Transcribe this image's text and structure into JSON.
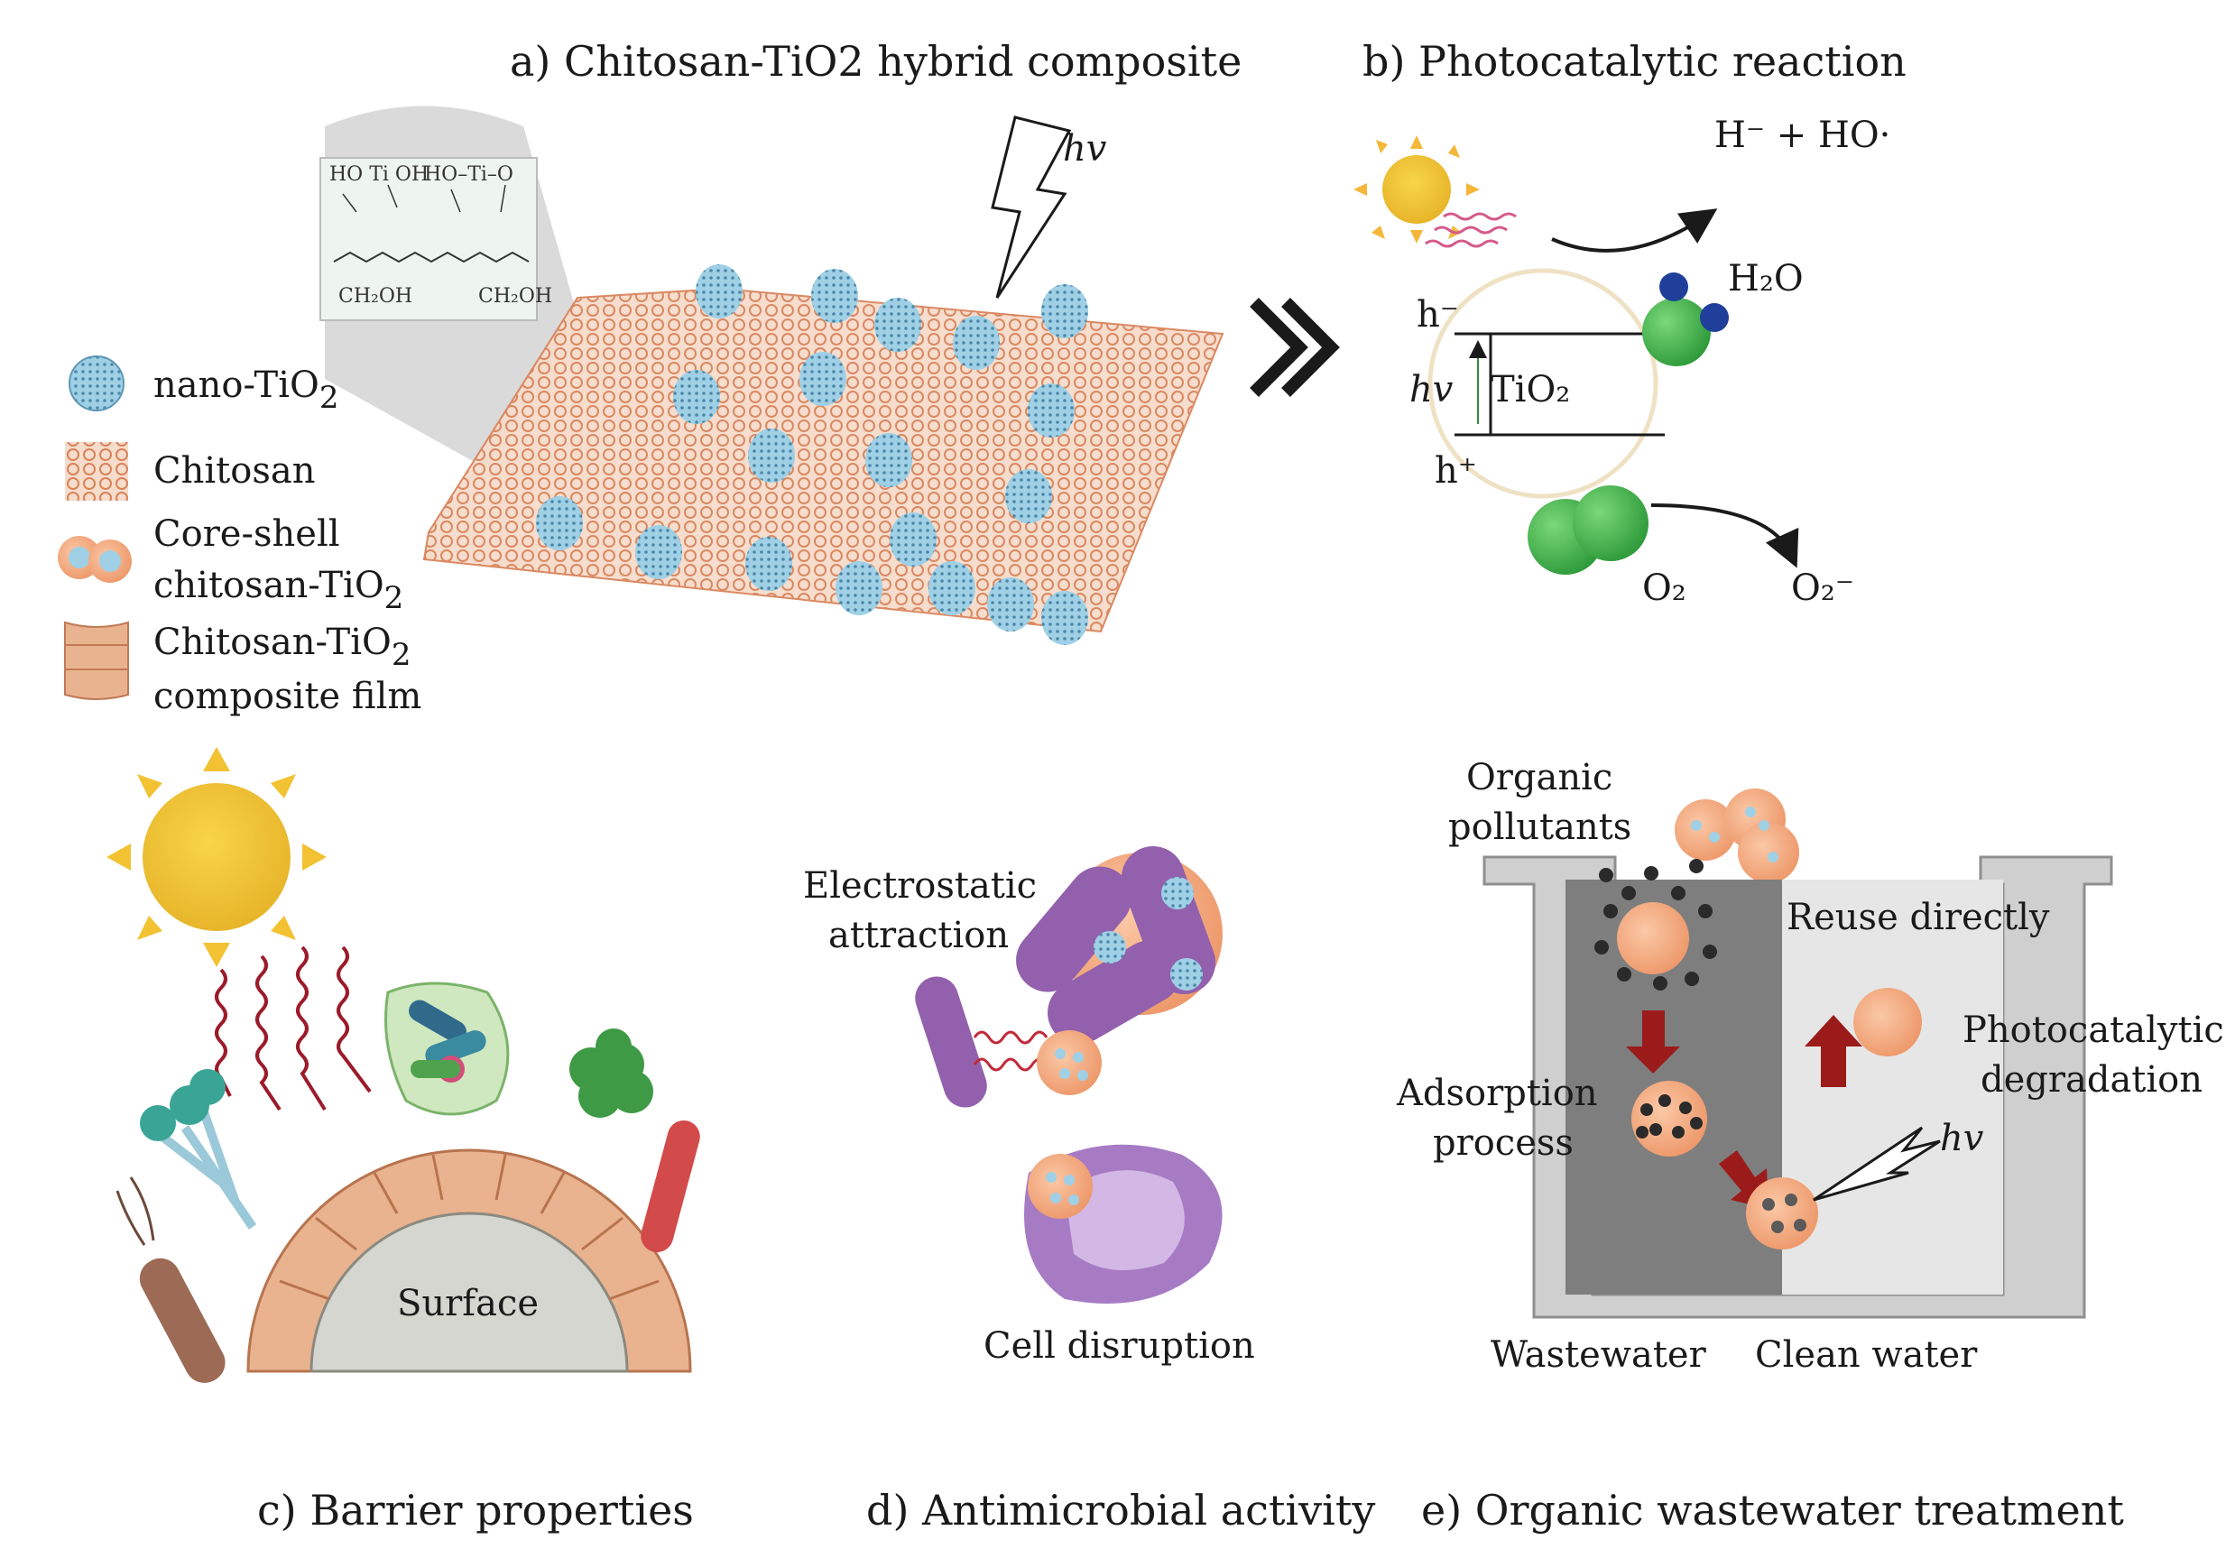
{
  "panels": {
    "a": "a) Chitosan-TiO2 hybrid composite",
    "b": "b) Photocatalytic reaction",
    "c": "c) Barrier properties",
    "d": "d) Antimicrobial activity",
    "e": "e) Organic wastewater treatment"
  },
  "legend": {
    "nano_tio2": {
      "label": "nano-TiO",
      "sub": "2"
    },
    "chitosan": {
      "label": "Chitosan"
    },
    "core_shell": {
      "line1": "Core-shell",
      "line2": "chitosan-TiO",
      "sub": "2"
    },
    "film": {
      "line1": "Chitosan-TiO",
      "sub": "2",
      "line2": "composite film"
    }
  },
  "hv": "hv",
  "photocatalysis": {
    "products_top": "H⁻ + HO·",
    "water": "H₂O",
    "h_minus": "h⁻",
    "h_plus": "h⁺",
    "hv_inner": "hv",
    "tio2": "TiO₂",
    "o2": "O₂",
    "o2_minus": "O₂⁻"
  },
  "barrier": {
    "surface": "Surface"
  },
  "antimicrobial": {
    "electro1": "Electrostatic",
    "electro2": "attraction",
    "disruption": "Cell disruption"
  },
  "wastewater": {
    "organic1": "Organic",
    "organic2": "pollutants",
    "reuse": "Reuse directly",
    "photo1": "Photocatalytic",
    "photo2": "degradation",
    "adsorb1": "Adsorption",
    "adsorb2": "process",
    "waste": "Wastewater",
    "clean": "Clean water"
  },
  "colors": {
    "tio2_blue": "#8fc3dd",
    "chitosan_orange": "#e8a07a",
    "sun": "#f2c232",
    "purple": "#8e5aa8",
    "green": "#4bb04b",
    "dark_red": "#8b1a1a"
  }
}
